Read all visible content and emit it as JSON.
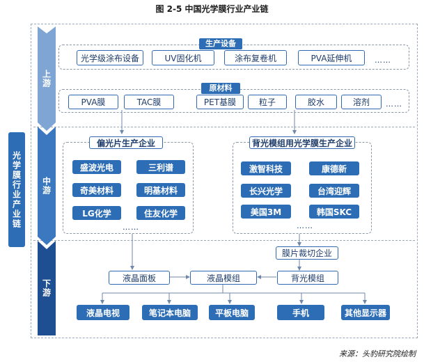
{
  "title": "图 2-5  中国光学膜行业产业链",
  "side_label": "光学膜行业产业链",
  "stages": {
    "upstream": "上游",
    "midstream": "中游",
    "downstream": "下游"
  },
  "upstream": {
    "equipment_header": "生产设备",
    "equipment": [
      "光学级涂布设备",
      "UV固化机",
      "涂布复卷机",
      "PVA延伸机"
    ],
    "materials_header": "原材料",
    "materials": [
      "PVA膜",
      "TAC膜",
      "PET基膜",
      "粒子",
      "胶水",
      "溶剂"
    ],
    "ellipsis": "……"
  },
  "midstream": {
    "polarizer_header": "偏光片生产企业",
    "polarizer_companies": [
      "盛波光电",
      "三利谱",
      "奇美材料",
      "明基材料",
      "LG化学",
      "住友化学"
    ],
    "backlight_header": "背光模组用光学膜生产企业",
    "backlight_companies": [
      "激智科技",
      "康德新",
      "长兴光学",
      "台湾迎辉",
      "美国3M",
      "韩国SKC"
    ],
    "ellipsis": "……"
  },
  "downstream": {
    "cutting": "膜片裁切企业",
    "polarizer_panel": "液晶面板",
    "lcd_module": "液晶模组",
    "backlight_module": "背光模组",
    "products": [
      "液晶电视",
      "笔记本电脑",
      "平板电脑",
      "手机",
      "其他显示器"
    ]
  },
  "source": "来源：头豹研究院绘制",
  "colors": {
    "primary": "#2c6db5",
    "light": "#7fa5d5",
    "dark": "#1f4f93",
    "border": "#3069b1"
  }
}
